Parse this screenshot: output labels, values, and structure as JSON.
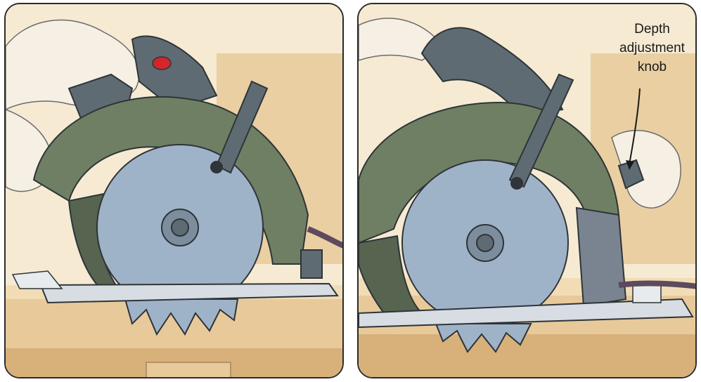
{
  "callout": {
    "lines": [
      "Depth",
      "adjustment",
      "knob"
    ]
  },
  "colors": {
    "wood_light": "#f1dcb6",
    "wood_mid": "#e8c99a",
    "wood_dark": "#d8b07a",
    "guard_green": "#6f7f63",
    "guard_shadow": "#566450",
    "blade_blue": "#9fb3c8",
    "handle_gray": "#5f6b73",
    "base_plate": "#d7dde2",
    "skin": "#f6efe3",
    "power_light": "#d1262a"
  },
  "icons": [
    "circular-saw-illustration",
    "depth-knob-icon",
    "hand-illustration"
  ]
}
